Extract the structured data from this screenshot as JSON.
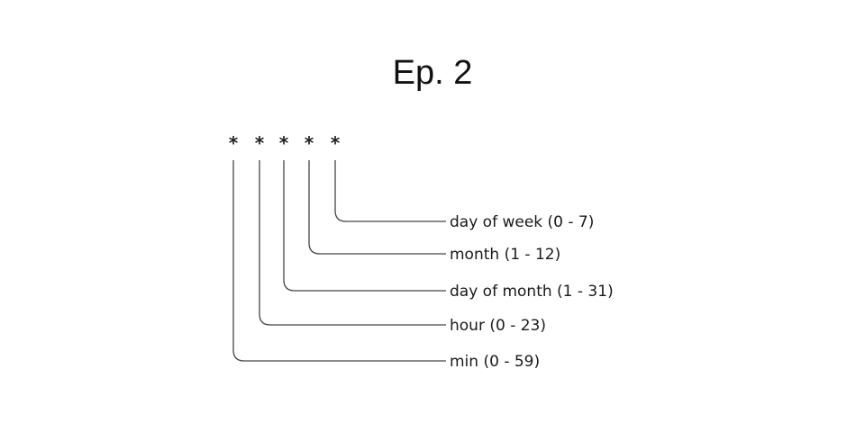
{
  "title": "Ep. 2",
  "diagram": {
    "fields": [
      {
        "symbol": "*",
        "label": "min (0 - 59)"
      },
      {
        "symbol": "*",
        "label": "hour (0 - 23)"
      },
      {
        "symbol": "*",
        "label": "day of month (1 - 31)"
      },
      {
        "symbol": "*",
        "label": "month (1 - 12)"
      },
      {
        "symbol": "*",
        "label": "day of week (0 - 7)"
      }
    ]
  }
}
